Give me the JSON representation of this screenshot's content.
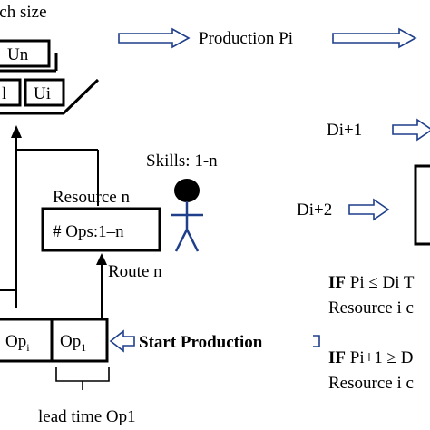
{
  "labels": {
    "batch_size": "tch size",
    "production": "Production Pi",
    "box_un": "Un",
    "box_ui_left": "l",
    "box_ui": "Ui",
    "skills": "Skills: 1-n",
    "resource": "Resource n",
    "ops": "# Ops:1–n",
    "route": "Route n",
    "op_i": "Op",
    "op_i_sub": "i",
    "op_1": "Op",
    "op_1_sub": "1",
    "start": "Start Production",
    "lead_time": "lead time Op1",
    "di1": "Di+1",
    "di2": "Di+2",
    "if1_kw": "IF",
    "if1_rest": "Pi ≤ Di T",
    "res1": "Resource i c",
    "if2_kw": "IF",
    "if2_rest": "Pi+1 ≥ D",
    "res2": "Resource i c"
  }
}
